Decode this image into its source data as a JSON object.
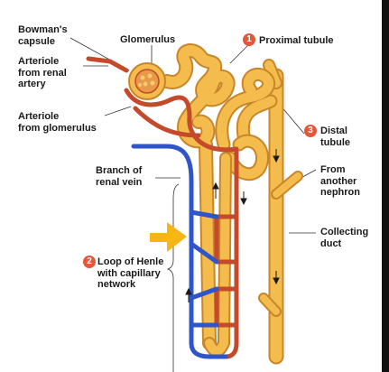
{
  "colors": {
    "tubule": "#f3bc4c",
    "tubule_edge": "#c8862a",
    "artery": "#c44a2b",
    "vein": "#2f55c8",
    "arrow": "#f6b716",
    "badge": "#e0593b"
  },
  "labels": {
    "bowmans_capsule": "Bowman's\ncapsule",
    "glomerulus": "Glomerulus",
    "arteriole_from_renal_artery": "Arteriole\nfrom renal\nartery",
    "arteriole_from_glomerulus": "Arteriole\nfrom glomerulus",
    "branch_of_renal_vein": "Branch of\nrenal vein",
    "proximal_tubule": "Proximal tubule",
    "distal_tubule": "Distal\ntubule",
    "from_another_nephron": "From\nanother\nnephron",
    "collecting_duct": "Collecting\nduct",
    "loop_of_henle": "Loop of Henle\nwith capillary\nnetwork"
  },
  "badges": {
    "proximal": "1",
    "loop": "2",
    "distal": "3"
  }
}
